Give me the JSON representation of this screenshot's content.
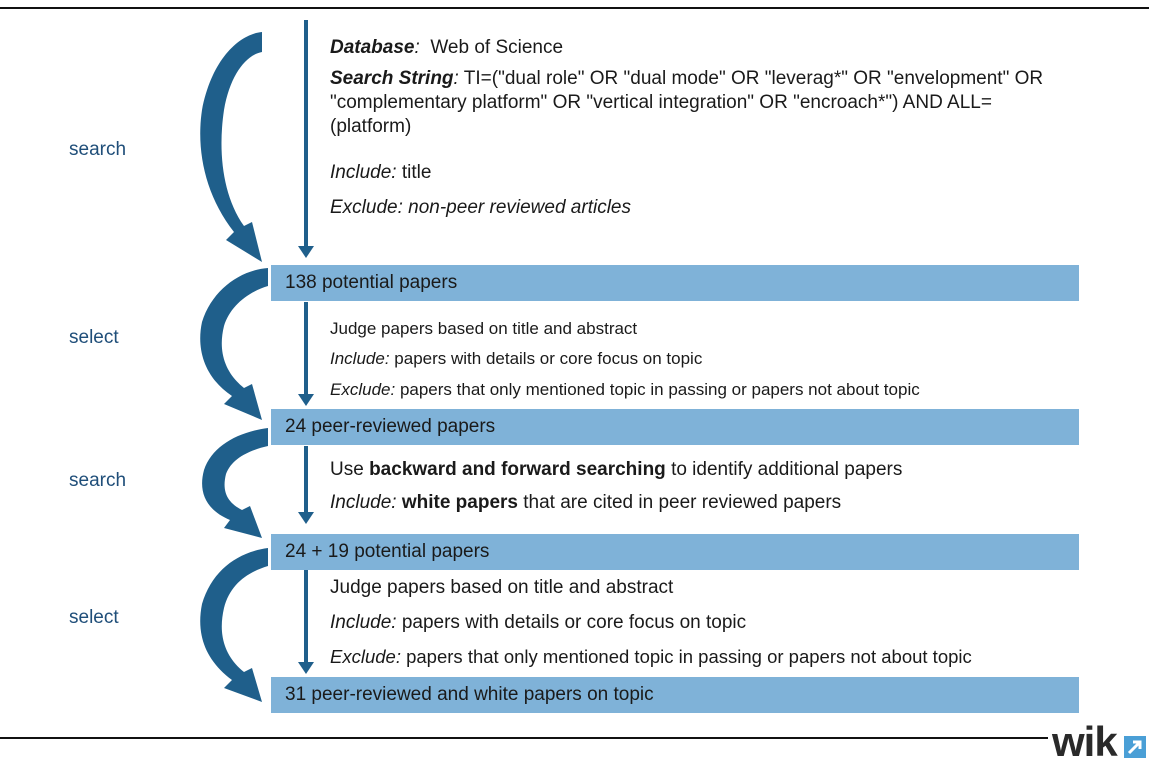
{
  "steps": [
    {
      "label": "search"
    },
    {
      "label": "select"
    },
    {
      "label": "search"
    },
    {
      "label": "select"
    }
  ],
  "bands": [
    "138 potential papers",
    "24 peer-reviewed papers",
    "24 + 19 potential papers",
    "31 peer-reviewed and white papers on topic"
  ],
  "block1": {
    "database_label": "Database",
    "database_value": "Web of Science",
    "search_label": "Search String",
    "search_value": "TI=(\"dual role\" OR \"dual mode\" OR \"leverag*\" OR \"envelopment\" OR \"complementary platform\" OR \"vertical integration\" OR \"encroach*\") AND ALL=(platform)",
    "include_label": "Include:",
    "include_value": "title",
    "exclude_text": "Exclude: non-peer reviewed articles"
  },
  "block2": {
    "line1": "Judge papers based on title and abstract",
    "include_label": "Include:",
    "include_value": "papers with details or core focus on topic",
    "exclude_label": "Exclude:",
    "exclude_value": "papers that only mentioned topic in passing or papers not about topic"
  },
  "block3": {
    "line1_pre": "Use",
    "line1_bold": "backward and forward searching",
    "line1_post": "to identify additional papers",
    "include_label": "Include:",
    "include_bold": "white papers",
    "include_post": "that are cited in peer reviewed papers"
  },
  "block4": {
    "line1": "Judge papers based on title and abstract",
    "include_label": "Include:",
    "include_value": "papers with details or core focus on topic",
    "exclude_label": "Exclude:",
    "exclude_value": "papers that only mentioned topic in passing or papers not about topic"
  },
  "logo": {
    "text": "wik"
  },
  "colors": {
    "band": "#7fb2d8",
    "arrow": "#1f5f8b",
    "label": "#1f4e79"
  }
}
